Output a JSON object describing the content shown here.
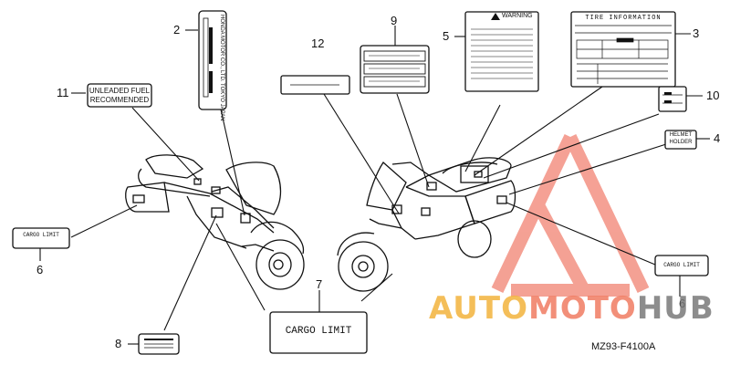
{
  "callouts": {
    "c2": "2",
    "c3": "3",
    "c4": "4",
    "c5": "5",
    "c6a": "6",
    "c6b": "6",
    "c7": "7",
    "c8": "8",
    "c9": "9",
    "c10": "10",
    "c11": "11",
    "c12": "12"
  },
  "labels": {
    "unleaded_line1": "UNLEADED FUEL",
    "unleaded_line2": "RECOMMENDED",
    "cargo_large": "CARGO LIMIT",
    "cargo_small_left": "CARGO LIMIT",
    "cargo_small_right": "CARGO LIMIT",
    "warning": "WARNING",
    "tire_information": "TIRE INFORMATION",
    "helmet_holder_line1": "HELMET",
    "helmet_holder_line2": "HOLDER",
    "vertical_label_text": "HONDA MOTOR CO., LTD. TOKYO JAPAN"
  },
  "part_code": "MZ93-F4100A",
  "watermark": {
    "part1": "AUTO",
    "part2": "MOTO",
    "part3": "HUB",
    "colors": {
      "yellow": "#f3b33d",
      "salmon": "#f07c62",
      "gray": "#7a7a7a"
    }
  }
}
